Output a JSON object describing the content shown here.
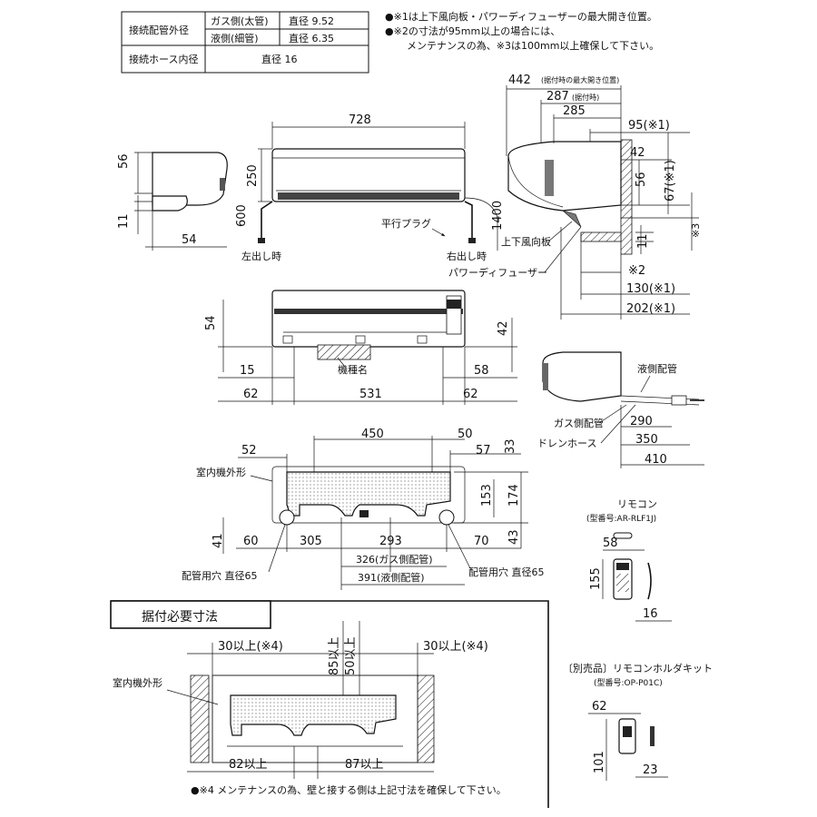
{
  "spec_table": {
    "rows": [
      {
        "label": "接続配管外径",
        "items": [
          {
            "name": "ガス側(太管)",
            "value": "直径 9.52"
          },
          {
            "name": "液側(細管)",
            "value": "直径 6.35"
          }
        ]
      },
      {
        "label": "接続ホース内径",
        "value": "直径 16"
      }
    ]
  },
  "notes_top": [
    "●※1は上下風向板・パワーディフューザーの最大開き位置。",
    "●※2の寸法が95mm以上の場合には、",
    "メンテナンスの為、※3は100mm以上確保して下さい。"
  ],
  "front_view": {
    "width": "728",
    "height": "250",
    "left_floor": "600",
    "right_floor": "1400",
    "label_left": "左出し時",
    "label_right": "右出し時",
    "label_plug": "平行プラグ"
  },
  "left_side_view": {
    "dims": [
      "56",
      "11",
      "54"
    ]
  },
  "right_side_view": {
    "dims": [
      "442",
      "287",
      "285",
      "95(※1)",
      "42",
      "56",
      "67(※1)",
      "※3",
      "11",
      "※2",
      "130(※1)",
      "202(※1)"
    ],
    "small_note_1": "(据付時の最大開き位置)",
    "small_note_2": "(据付時)",
    "label_louver": "上下風向板",
    "label_diffuser": "パワーディフューザー"
  },
  "bottom_view": {
    "dims": [
      "54",
      "42",
      "15",
      "58",
      "62",
      "531",
      "62"
    ],
    "label_model": "機種名"
  },
  "piping_side_view": {
    "dims": [
      "290",
      "350",
      "410"
    ],
    "label_liquid": "液側配管",
    "label_gas": "ガス側配管",
    "label_drain": "ドレンホース"
  },
  "back_plate": {
    "dims_top": [
      "450",
      "50",
      "52",
      "57",
      "33"
    ],
    "dims_right": [
      "153",
      "174",
      "43"
    ],
    "dims_bottom": [
      "41",
      "60",
      "305",
      "293",
      "70",
      "326(ガス側配管)",
      "391(液側配管)"
    ],
    "label_outline": "室内機外形",
    "label_hole_left": "配管用穴 直径65",
    "label_hole_right": "配管用穴 直径65"
  },
  "remote": {
    "title": "リモコン",
    "model": "(型番号:AR-RLF1J)",
    "dims": [
      "58",
      "155",
      "16"
    ]
  },
  "holder_kit": {
    "title": "〔別売品〕リモコンホルダキット",
    "model": "(型番号:OP-P01C)",
    "dims": [
      "62",
      "101",
      "23"
    ]
  },
  "install_box": {
    "title": "据付必要寸法",
    "label_outline": "室内機外形",
    "dims_top": [
      "30以上(※4)",
      "30以上(※4)"
    ],
    "dims_vertical": [
      "85以上",
      "50以上"
    ],
    "dims_bottom": [
      "82以上",
      "87以上"
    ],
    "note": "●※4 メンテナンスの為、壁と接する側は上記寸法を確保して下さい。"
  }
}
